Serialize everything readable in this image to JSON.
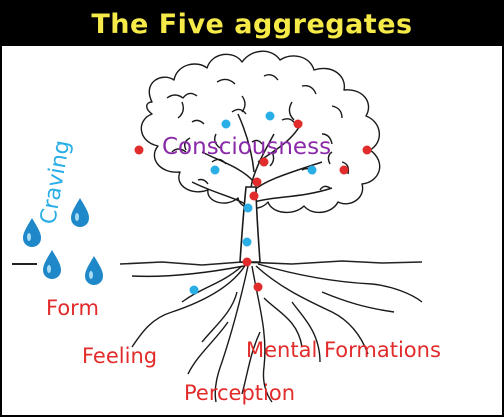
{
  "title": "The Five aggregates",
  "labels": {
    "consciousness": "Consciousness",
    "craving": "Craving",
    "form": "Form",
    "feeling": "Feeling",
    "mental_formations": "Mental Formations",
    "perception": "Perception"
  },
  "colors": {
    "title_text": "#f5ea47",
    "title_bg": "#000000",
    "red": "#e22b2b",
    "purple": "#8a2aa8",
    "blue": "#29aee6"
  },
  "icons": [
    "tree-illustration",
    "water-drop-icon"
  ]
}
